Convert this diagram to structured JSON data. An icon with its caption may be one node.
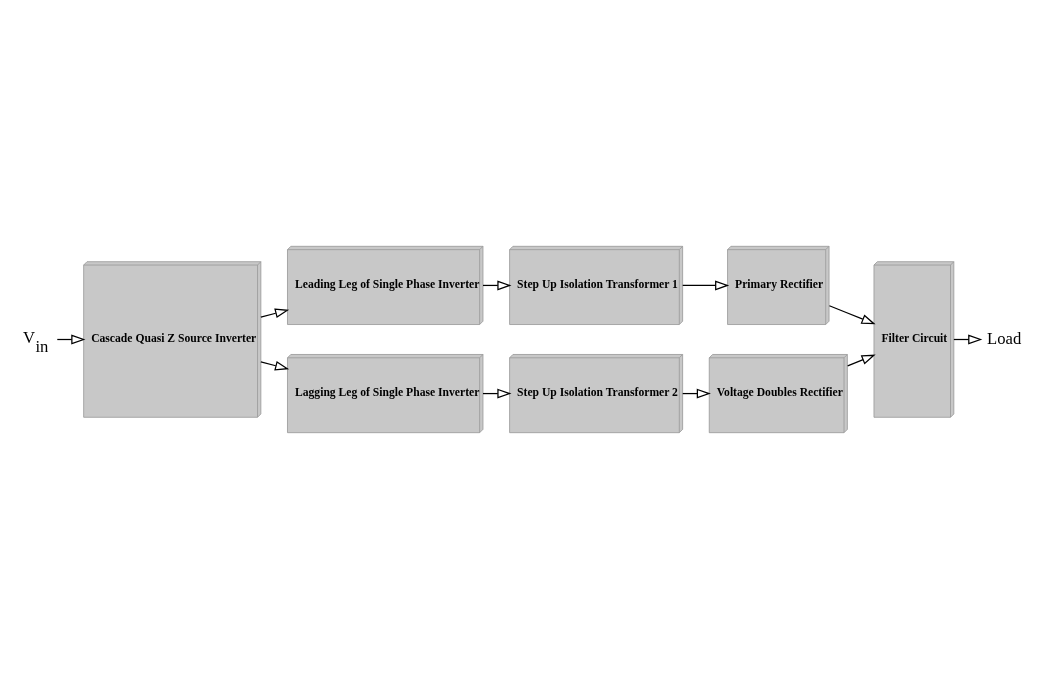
{
  "diagram": {
    "nodes": [
      {
        "text": [
          "V$_{in}$"
        ]
      },
      {
        "text": [
          "Cascade Quasi Z Source Inverter"
        ]
      },
      {
        "text": [
          "Leading Leg of Single Phase Inverter"
        ]
      },
      {
        "text": [
          "Step Up Isolation Transformer 1"
        ]
      },
      {
        "text": [
          "Primary Rectifier"
        ]
      },
      {
        "text": [
          "Lagging Leg of Single Phase Inverter"
        ]
      },
      {
        "text": [
          "Step Up Isolation Transformer 2"
        ]
      },
      {
        "text": [
          "Voltage Doubles Rectifier"
        ]
      },
      {
        "text": [
          "Filter Circuit"
        ]
      },
      {
        "text": [
          "Load"
        ]
      }
    ],
    "edges": [
      {
        "from": 0,
        "to": 1,
        "arrow": "to"
      },
      {
        "from": 1,
        "to": 2,
        "arrow": "to"
      },
      {
        "from": 1,
        "to": 5,
        "arrow": "to"
      },
      {
        "from": 2,
        "to": 3,
        "arrow": "to"
      },
      {
        "from": 3,
        "to": 4,
        "arrow": "to"
      },
      {
        "from": 4,
        "to": 8,
        "arrow": "to"
      },
      {
        "from": 5,
        "to": 6,
        "arrow": "to"
      },
      {
        "from": 6,
        "to": 7,
        "arrow": "to"
      },
      {
        "from": 7,
        "to": 8,
        "arrow": "to"
      },
      {
        "from": 8,
        "to": 9,
        "arrow": "to"
      }
    ]
  }
}
